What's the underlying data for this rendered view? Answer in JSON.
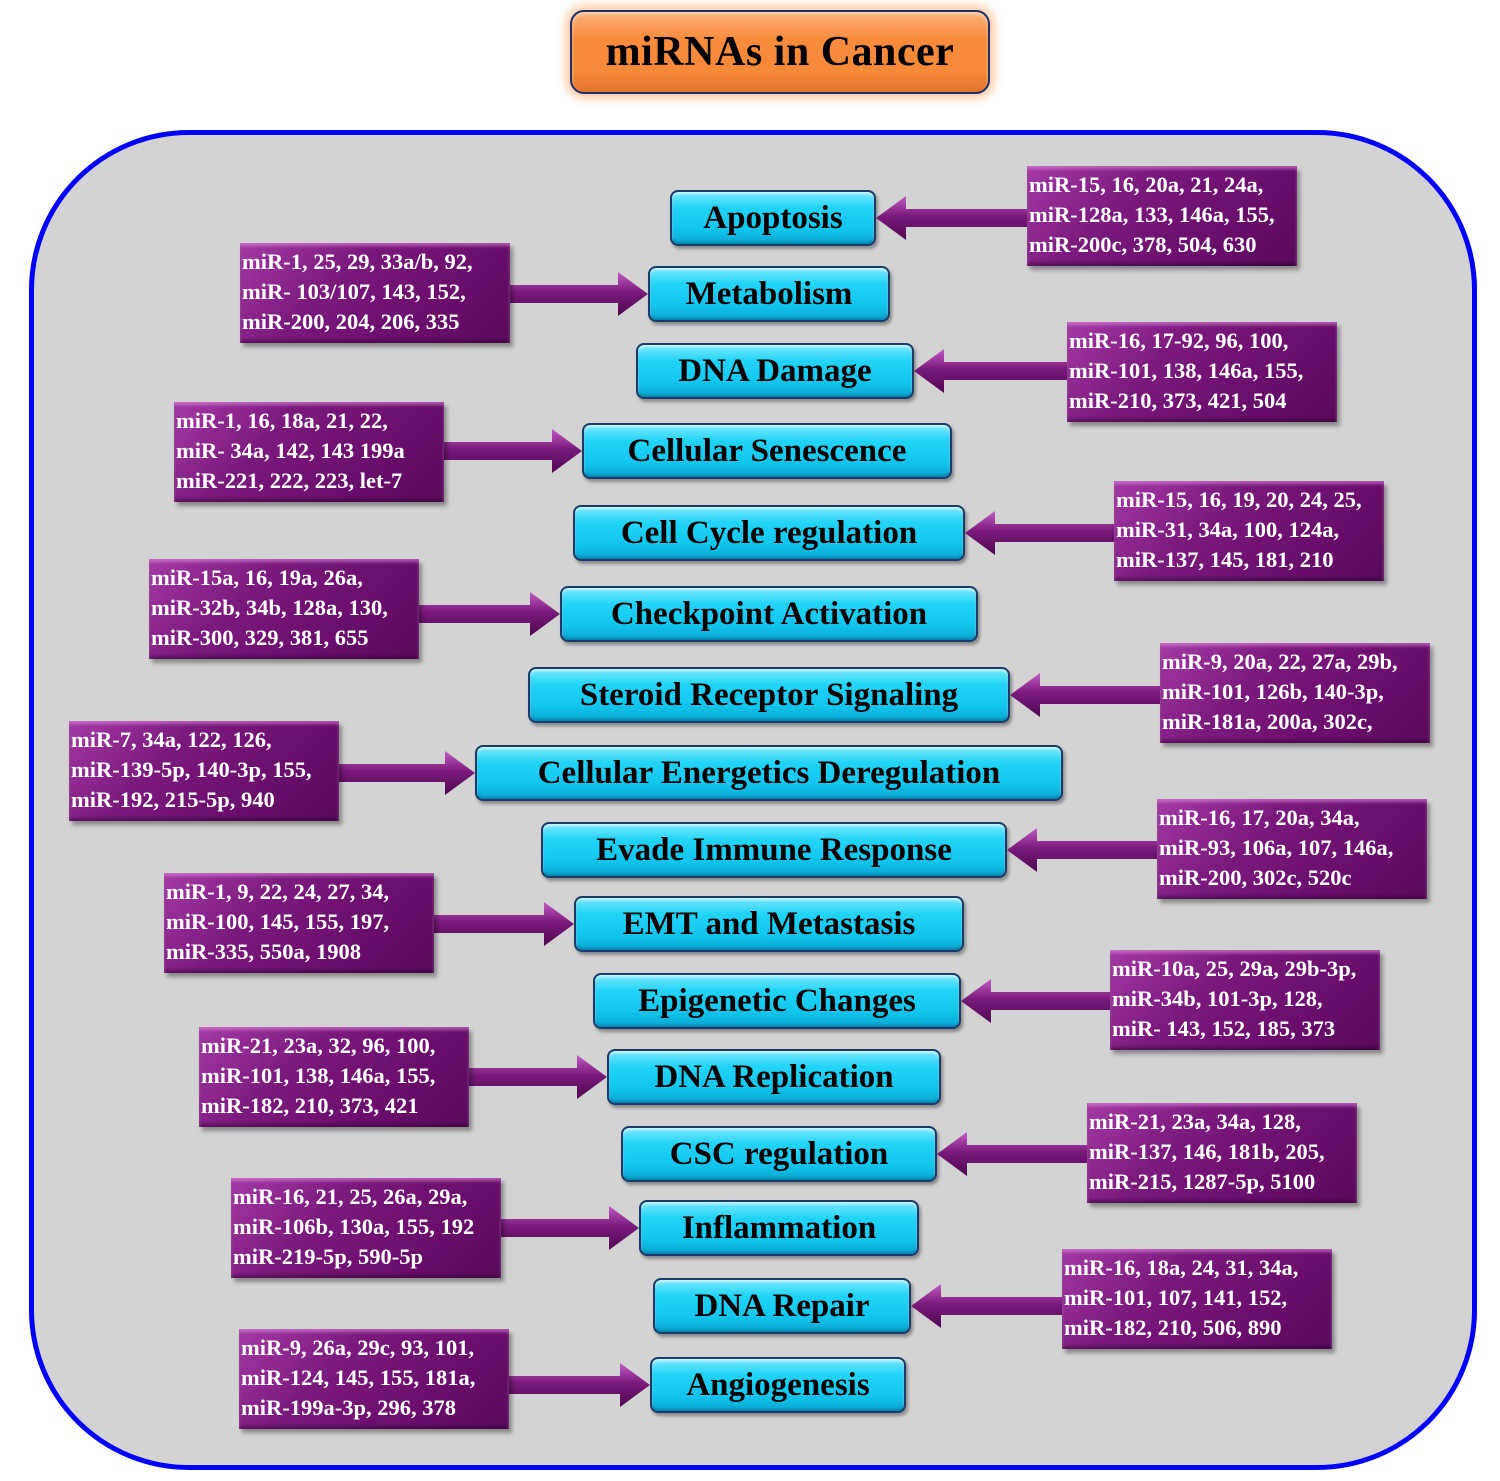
{
  "title": "miRNAs in Cancer",
  "colors": {
    "title_fill": "#f58a37",
    "panel_fill": "#d3d3d3",
    "panel_border": "#0000ff",
    "process_fill": "#12c6ef",
    "mirna_fill": "#6a0d6c",
    "arrow_fill": "#7b1a7d"
  },
  "processes": [
    {
      "label": "Apoptosis",
      "mirna_side": "right",
      "mirnas": [
        "miR-15, 16, 20a, 21, 24a,",
        "miR-128a, 133, 146a, 155,",
        "miR-200c, 378, 504, 630"
      ]
    },
    {
      "label": "Metabolism",
      "mirna_side": "left",
      "mirnas": [
        "miR-1, 25, 29, 33a/b, 92,",
        "miR- 103/107, 143, 152,",
        "miR-200, 204, 206, 335"
      ]
    },
    {
      "label": "DNA Damage",
      "mirna_side": "right",
      "mirnas": [
        "miR-16, 17-92, 96, 100,",
        "miR-101, 138, 146a, 155,",
        "miR-210, 373, 421, 504"
      ]
    },
    {
      "label": "Cellular Senescence",
      "mirna_side": "left",
      "mirnas": [
        "miR-1, 16, 18a, 21, 22,",
        "miR- 34a, 142, 143 199a",
        "miR-221, 222, 223, let-7"
      ]
    },
    {
      "label": "Cell Cycle regulation",
      "mirna_side": "right",
      "mirnas": [
        "miR-15, 16, 19, 20, 24, 25,",
        "miR-31, 34a, 100, 124a,",
        "miR-137, 145, 181, 210"
      ]
    },
    {
      "label": "Checkpoint Activation",
      "mirna_side": "left",
      "mirnas": [
        "miR-15a, 16, 19a, 26a,",
        "miR-32b, 34b, 128a, 130,",
        "miR-300, 329, 381, 655"
      ]
    },
    {
      "label": "Steroid Receptor Signaling",
      "mirna_side": "right",
      "mirnas": [
        "miR-9, 20a, 22, 27a, 29b,",
        "miR-101, 126b, 140-3p,",
        "miR-181a, 200a, 302c,"
      ]
    },
    {
      "label": "Cellular Energetics Deregulation",
      "mirna_side": "left",
      "mirnas": [
        "miR-7, 34a, 122, 126,",
        "miR-139-5p, 140-3p, 155,",
        "miR-192, 215-5p, 940"
      ]
    },
    {
      "label": "Evade Immune Response",
      "mirna_side": "right",
      "mirnas": [
        "miR-16, 17, 20a, 34a,",
        "miR-93, 106a, 107, 146a,",
        "miR-200, 302c, 520c"
      ]
    },
    {
      "label": "EMT and Metastasis",
      "mirna_side": "left",
      "mirnas": [
        "miR-1, 9, 22, 24, 27, 34,",
        "miR-100, 145, 155, 197,",
        "miR-335, 550a, 1908"
      ]
    },
    {
      "label": "Epigenetic Changes",
      "mirna_side": "right",
      "mirnas": [
        "miR-10a, 25, 29a, 29b-3p,",
        "miR-34b, 101-3p, 128,",
        "miR- 143, 152, 185, 373"
      ]
    },
    {
      "label": "DNA Replication",
      "mirna_side": "left",
      "mirnas": [
        "miR-21, 23a, 32, 96, 100,",
        "miR-101, 138, 146a, 155,",
        "miR-182, 210, 373, 421"
      ]
    },
    {
      "label": "CSC regulation",
      "mirna_side": "right",
      "mirnas": [
        "miR-21, 23a, 34a, 128,",
        "miR-137, 146, 181b, 205,",
        "miR-215, 1287-5p, 5100"
      ]
    },
    {
      "label": "Inflammation",
      "mirna_side": "left",
      "mirnas": [
        "miR-16, 21, 25, 26a, 29a,",
        "miR-106b, 130a, 155, 192",
        "miR-219-5p, 590-5p"
      ]
    },
    {
      "label": "DNA Repair",
      "mirna_side": "right",
      "mirnas": [
        "miR-16, 18a, 24, 31, 34a,",
        "miR-101, 107, 141, 152,",
        "miR-182, 210, 506, 890"
      ]
    },
    {
      "label": "Angiogenesis",
      "mirna_side": "left",
      "mirnas": [
        "miR-9, 26a, 29c, 93, 101,",
        "miR-124, 145, 155, 181a,",
        "miR-199a-3p, 296, 378"
      ]
    }
  ]
}
